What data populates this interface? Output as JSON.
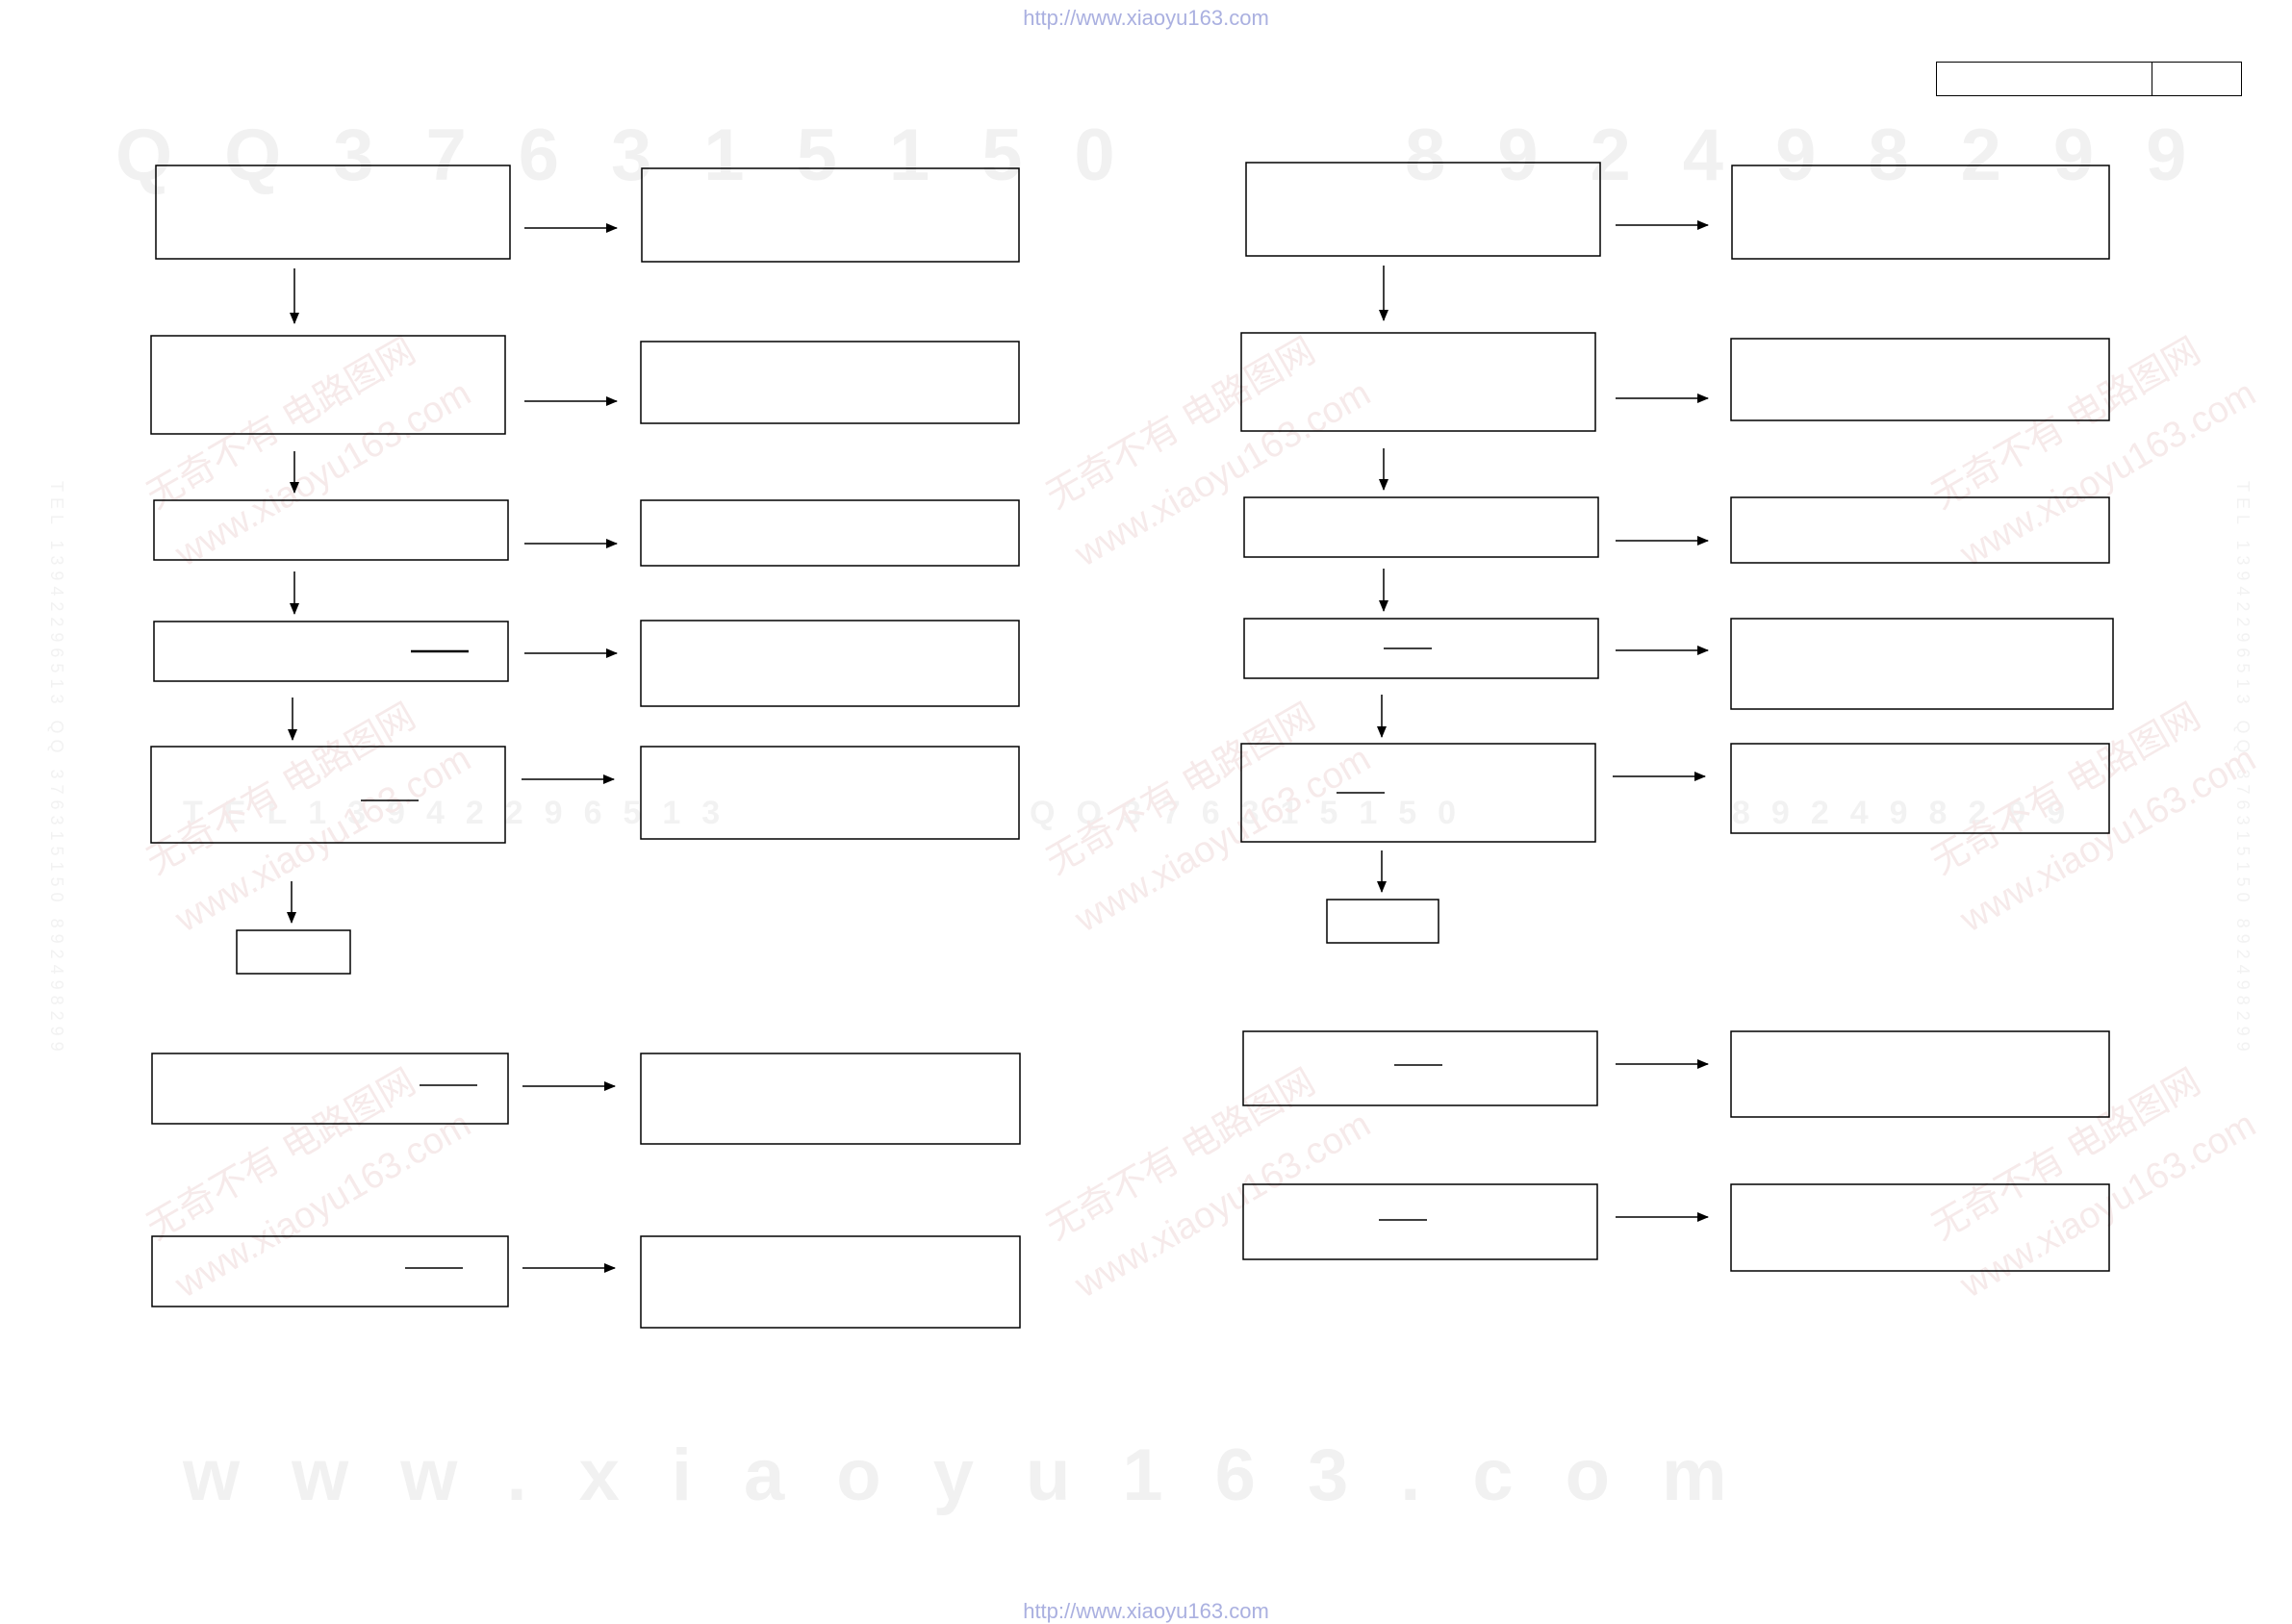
{
  "header": {
    "url": "http://www.xiaoyu163.com"
  },
  "footer": {
    "url": "http://www.xiaoyu163.com"
  },
  "watermarks": {
    "qq_left": "QQ376315150",
    "qq_right": "892498299",
    "site": "www.xiaoyu163.com",
    "phone_left": "TEL13942296513",
    "qq_mid": "QQ376315150",
    "qq_mid_right": "892498299",
    "cn_line1": "无奇不有 电路图网",
    "cn_line2": "www.xiaoyu163.com",
    "vertical_left": "TEL 13942296513 QQ 376315150 892498299",
    "vertical_right": "TEL 13942296513 QQ 376315150 892498299"
  },
  "colors": {
    "line": "#000000",
    "url": "#aab0e0",
    "watermark": "#f1f1f1"
  }
}
